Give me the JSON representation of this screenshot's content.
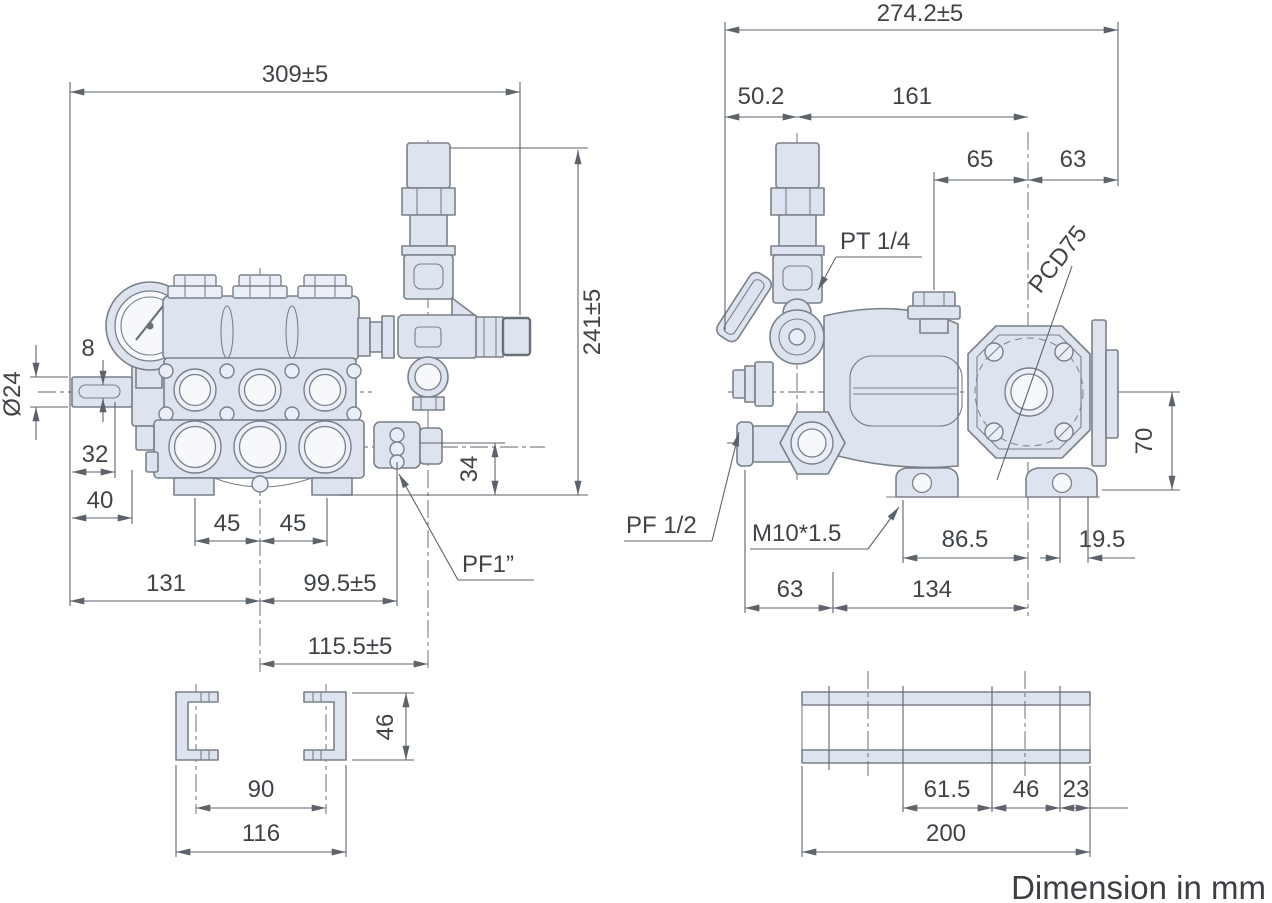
{
  "note": "Dimension in mm",
  "front_view": {
    "overall_width": "309±5",
    "overall_height": "241±5",
    "shaft_diameter": "Ø24",
    "keyway_width": "8",
    "keyway_length": "32",
    "shaft_length": "40",
    "plunger_pitch_left": "45",
    "plunger_pitch_right": "45",
    "shaft_end_to_center": "131",
    "center_to_outlet": "99.5±5",
    "center_to_bypass": "115.5±5",
    "outlet_height": "34",
    "outlet_port_label": "PF1”"
  },
  "side_view": {
    "overall_width": "274.2±5",
    "front_to_valve": "50.2",
    "valve_to_cover": "161",
    "cap_to_cover": "65",
    "cover_to_shaft_end": "63",
    "cover_height": "70",
    "foot_to_cover": "86.5",
    "hole_to_shaft_end": "19.5",
    "port_to_hole": "63",
    "hole_to_cover": "134",
    "gauge_port_label": "PT 1/4",
    "bolt_circle_label": "PCD75",
    "inlet_port_label": "PF 1/2",
    "mount_thread_label": "M10*1.5"
  },
  "bracket_view": {
    "height": "46",
    "hole_pitch": "90",
    "width": "116"
  },
  "rail_view": {
    "hole_pitch_a": "61.5",
    "hole_pitch_b": "46",
    "hole_to_edge": "23",
    "length": "200"
  }
}
